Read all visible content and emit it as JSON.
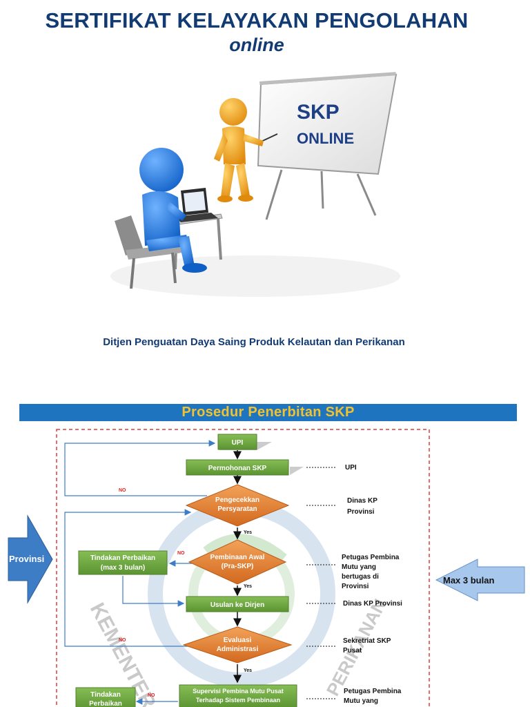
{
  "header": {
    "title": "SERTIFIKAT KELAYAKAN PENGOLAHAN",
    "subtitle": "online"
  },
  "whiteboard": {
    "line1": "SKP",
    "line2": "ONLINE"
  },
  "ditjen": "Ditjen Penguatan Daya Saing Produk Kelautan dan Perikanan",
  "banner": "Prosedur Penerbitan SKP",
  "side": {
    "left": "Provinsi",
    "right": "Max 3 bulan"
  },
  "flow": {
    "upi": "UPI",
    "permohonan": "Permohonan SKP",
    "pengecekkan_1": "Pengecekkan",
    "pengecekkan_2": "Persyaratan",
    "pembinaan_1": "Pembinaan Awal",
    "pembinaan_2": "(Pra-SKP)",
    "tindakan1_1": "Tindakan Perbaikan",
    "tindakan1_2": "(max 3 bulan)",
    "usulan": "Usulan ke Dirjen",
    "evaluasi_1": "Evaluasi",
    "evaluasi_2": "Administrasi",
    "supervisi_1": "Supervisi Pembina Mutu Pusat",
    "supervisi_2": "Terhadap Sistem Pembinaan",
    "tindakan2_1": "Tindakan",
    "tindakan2_2": "Perbaikan",
    "no": "NO",
    "yes": "Yes"
  },
  "notes": {
    "upi": "UPI",
    "dinas_1": "Dinas KP",
    "dinas_2": "Provinsi",
    "petugas_1": "Petugas Pembina",
    "petugas_2": "Mutu yang",
    "petugas_3": "bertugas di",
    "petugas_4": "Provinsi",
    "dinas_prov": "Dinas KP Provinsi",
    "sekretriat_1": "Sekretriat SKP",
    "sekretriat_2": "Pusat",
    "petugas2_1": "Petugas Pembina",
    "petugas2_2": "Mutu yang"
  },
  "watermark": {
    "left": "KEMENTER",
    "right": "PERIKANAN"
  },
  "colors": {
    "navy": "#123a73",
    "box_green": "#6fa83f",
    "diamond_orange": "#e07b2a",
    "arrow_blue": "#3d7dc6",
    "banner_blue": "#1f74bf",
    "banner_text": "#f2c22e",
    "dash_red": "#e03c3c"
  }
}
